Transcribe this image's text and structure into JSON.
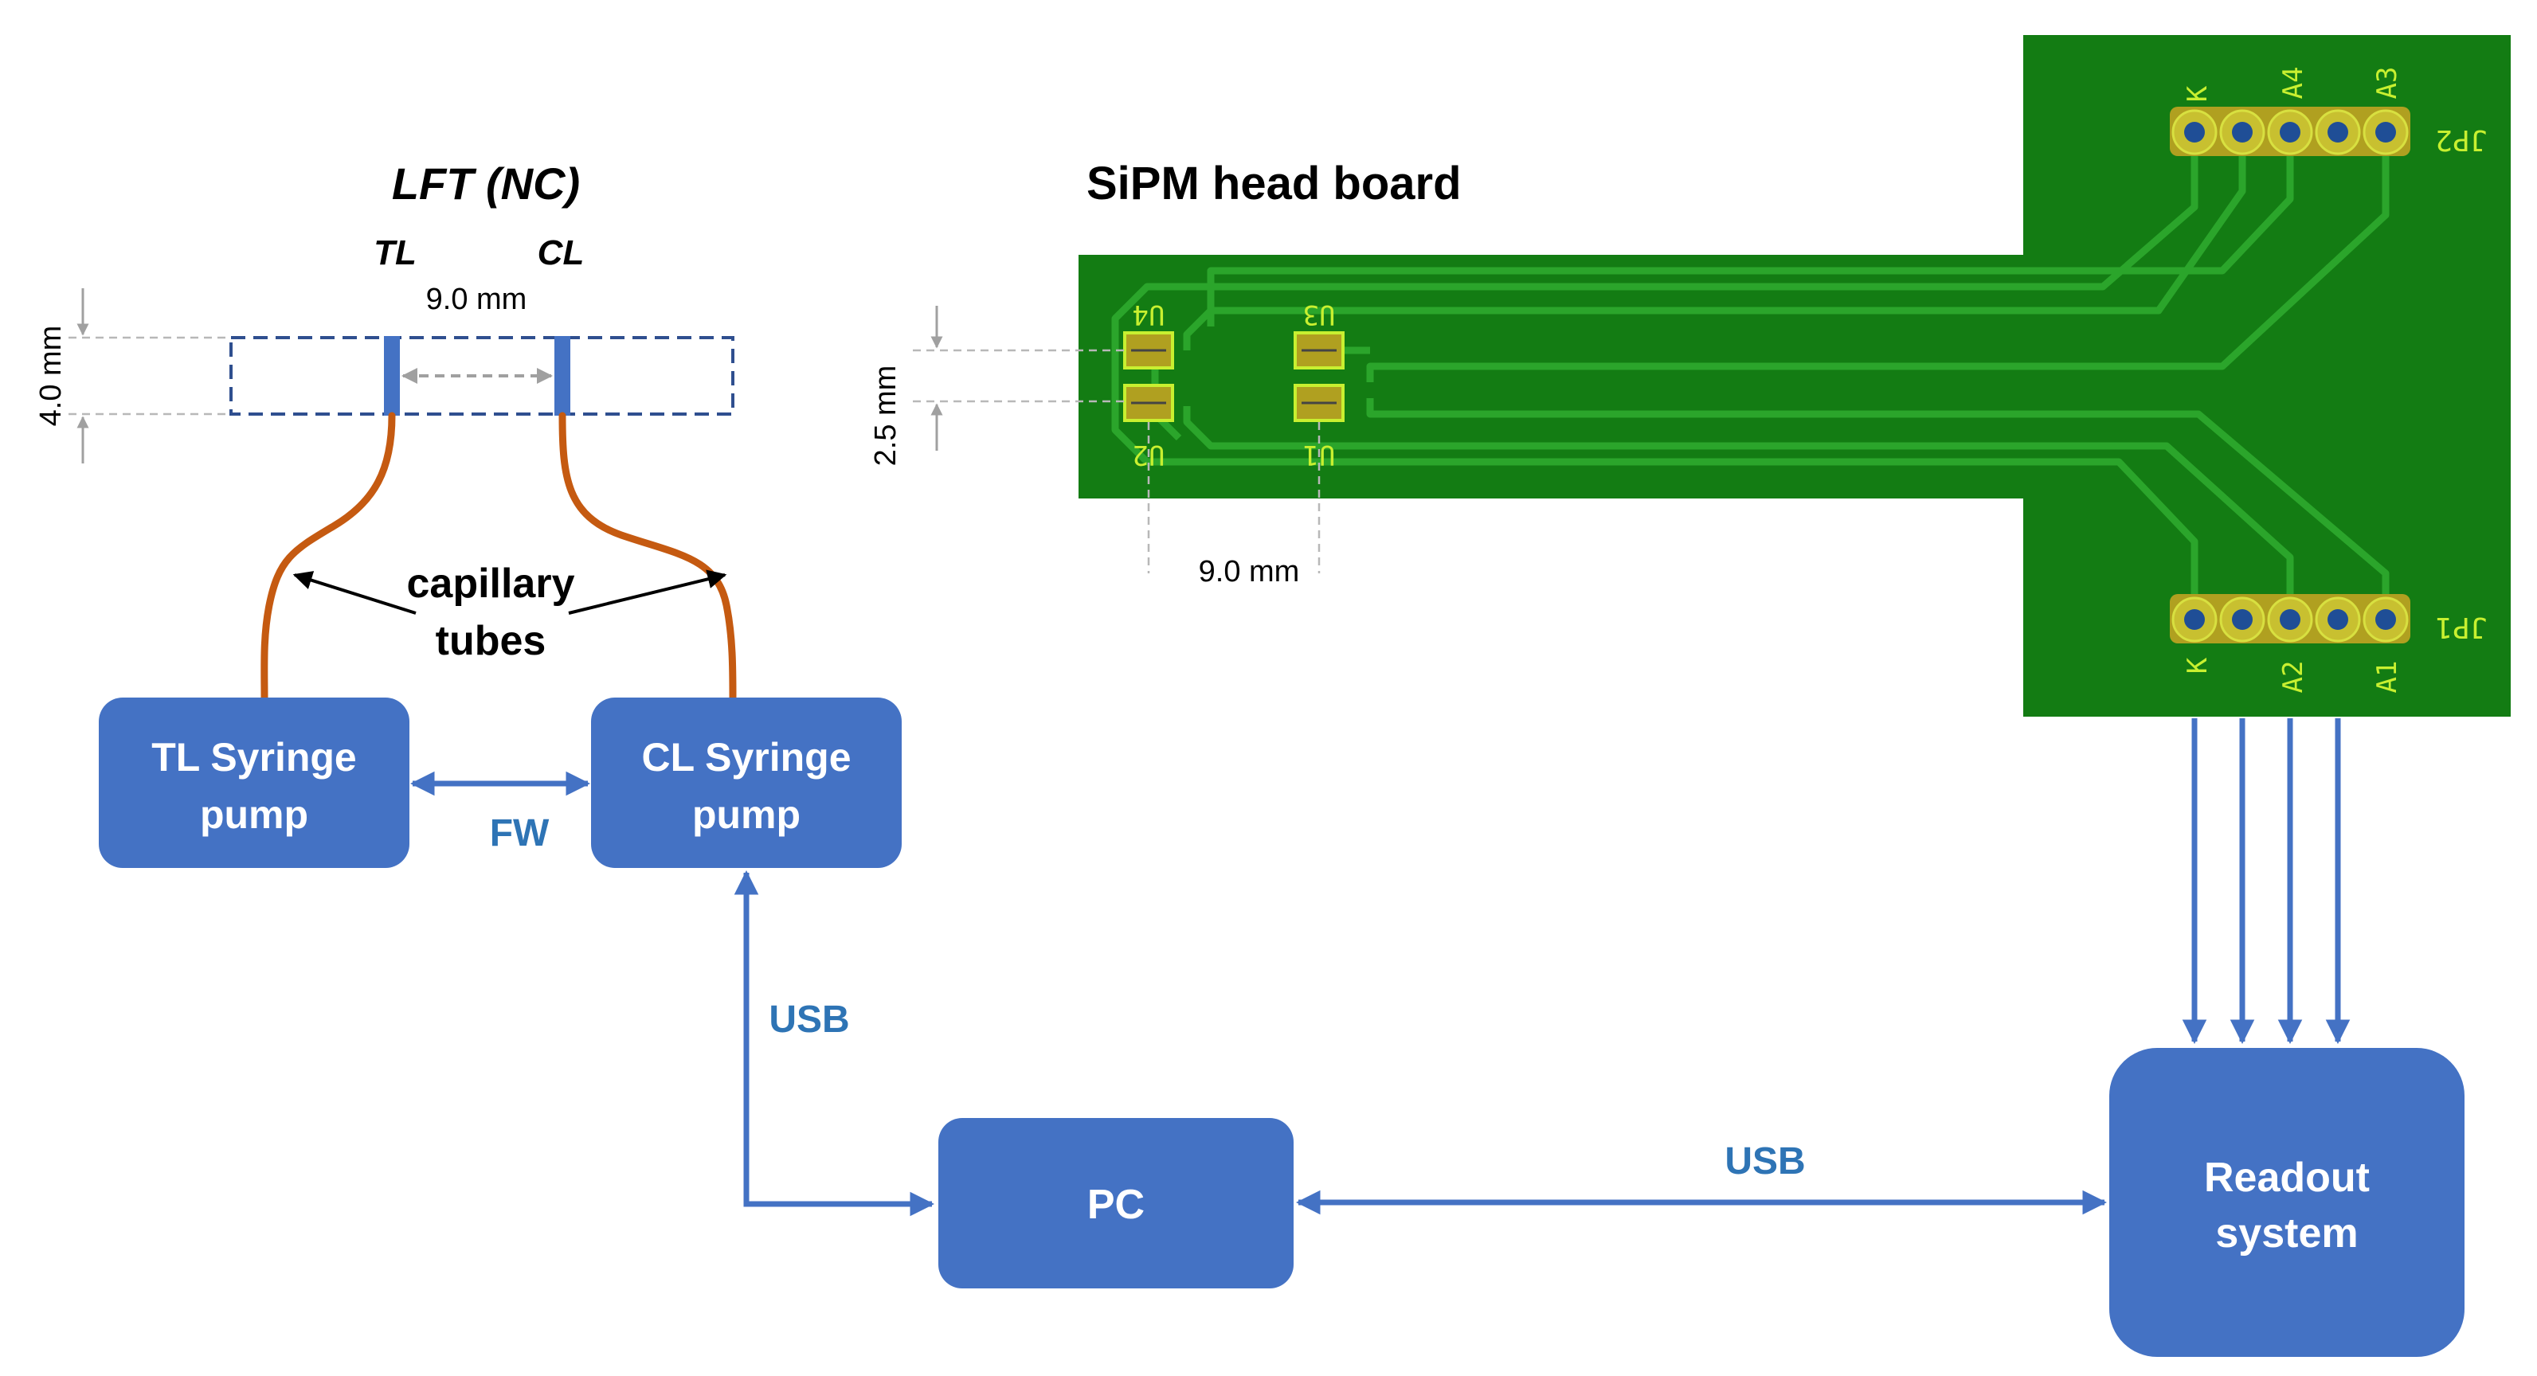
{
  "lft": {
    "title": "LFT (NC)",
    "tl_label": "TL",
    "cl_label": "CL",
    "spacing_label": "9.0 mm",
    "height_label": "4.0 mm",
    "tubes_label_line1": "capillary",
    "tubes_label_line2": "tubes"
  },
  "pumps": {
    "tl_line1": "TL Syringe",
    "tl_line2": "pump",
    "cl_line1": "CL Syringe",
    "cl_line2": "pump",
    "link_label": "FW"
  },
  "sipm": {
    "title": "SiPM head board",
    "height_label": "2.5 mm",
    "spacing_label": "9.0 mm",
    "chips": [
      "U4",
      "U3",
      "U2",
      "U1"
    ],
    "jp2_label": "JP2",
    "jp1_label": "JP1",
    "jp2_pins": [
      "K",
      "A4",
      "A3"
    ],
    "jp1_pins": [
      "K",
      "A2",
      "A1"
    ]
  },
  "pc": {
    "label": "PC"
  },
  "readout": {
    "line1": "Readout",
    "line2": "system"
  },
  "links": {
    "pump_pc": "USB",
    "pc_readout": "USB"
  },
  "colors": {
    "box": "#4472C4",
    "accent_text": "#2E74B5",
    "tube": "#C55A11",
    "pcb": "#137C13",
    "trace": "#2BA52B",
    "silk": "#C8F030",
    "pad": "#B0A020",
    "hole": "#1F4E96",
    "marker": "#4472C4"
  }
}
